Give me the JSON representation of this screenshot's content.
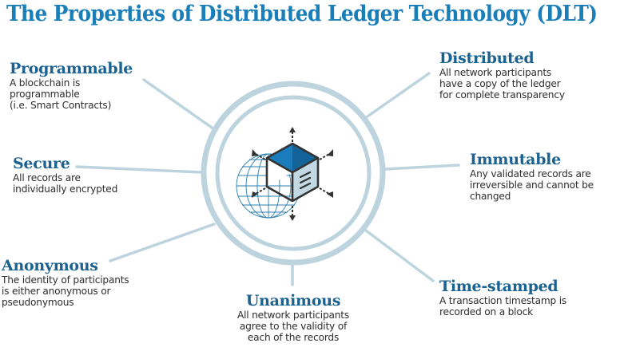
{
  "title": "The Properties of Distributed Ledger Technology (DLT)",
  "colors": {
    "title": "#1a7fb8",
    "heading": "#1b6290",
    "body_text": "#2e2e2e",
    "ring": "#bdd4de",
    "cube_top_light": "#1a7cba",
    "cube_top_dark": "#136398",
    "cube_right": "#c2d9e4",
    "cube_outline": "#333333",
    "globe": "#2a7fae"
  },
  "center_icon": "cube-with-globe-and-arrows-icon",
  "properties": [
    {
      "id": "programmable",
      "heading": "Programmable",
      "lines": [
        "A blockchain is",
        "programmable",
        "(i.e. Smart Contracts)"
      ]
    },
    {
      "id": "distributed",
      "heading": "Distributed",
      "lines": [
        "All network participants",
        "have a copy of the ledger",
        "for complete transparency"
      ]
    },
    {
      "id": "secure",
      "heading": "Secure",
      "lines": [
        "All records are",
        "individually encrypted"
      ]
    },
    {
      "id": "immutable",
      "heading": "Immutable",
      "lines": [
        "Any validated records are",
        "irreversible and cannot be",
        "changed"
      ]
    },
    {
      "id": "anonymous",
      "heading": "Anonymous",
      "lines": [
        "The identity of participants",
        "is either anonymous or",
        "pseudonymous"
      ]
    },
    {
      "id": "unanimous",
      "heading": "Unanimous",
      "lines": [
        "All network participants",
        "agree to the validity of",
        "each of the records"
      ]
    },
    {
      "id": "time-stamped",
      "heading": "Time-stamped",
      "lines": [
        "A transaction timestamp is",
        "recorded on a block"
      ]
    }
  ]
}
